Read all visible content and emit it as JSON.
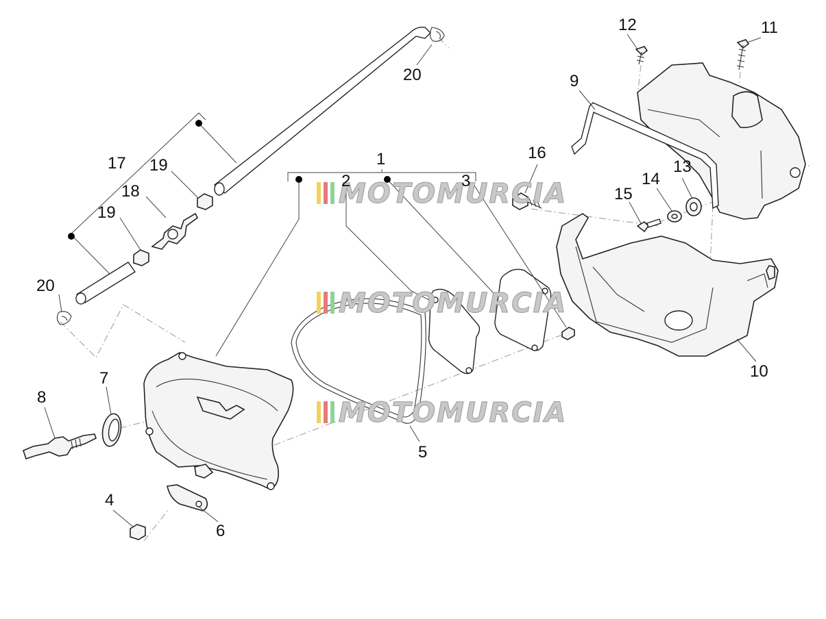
{
  "callouts": {
    "c1": "1",
    "c2": "2",
    "c3": "3",
    "c4": "4",
    "c5": "5",
    "c6": "6",
    "c7": "7",
    "c8": "8",
    "c9": "9",
    "c10": "10",
    "c11": "11",
    "c12": "12",
    "c13": "13",
    "c14": "14",
    "c15": "15",
    "c16": "16",
    "c17": "17",
    "c18": "18",
    "c19a": "19",
    "c19b": "19",
    "c20a": "20",
    "c20b": "20"
  },
  "watermark": {
    "text": "MOTOMURCIA",
    "stripe_colors": [
      "#f2d25a",
      "#e37b7b",
      "#8fd39b"
    ]
  }
}
